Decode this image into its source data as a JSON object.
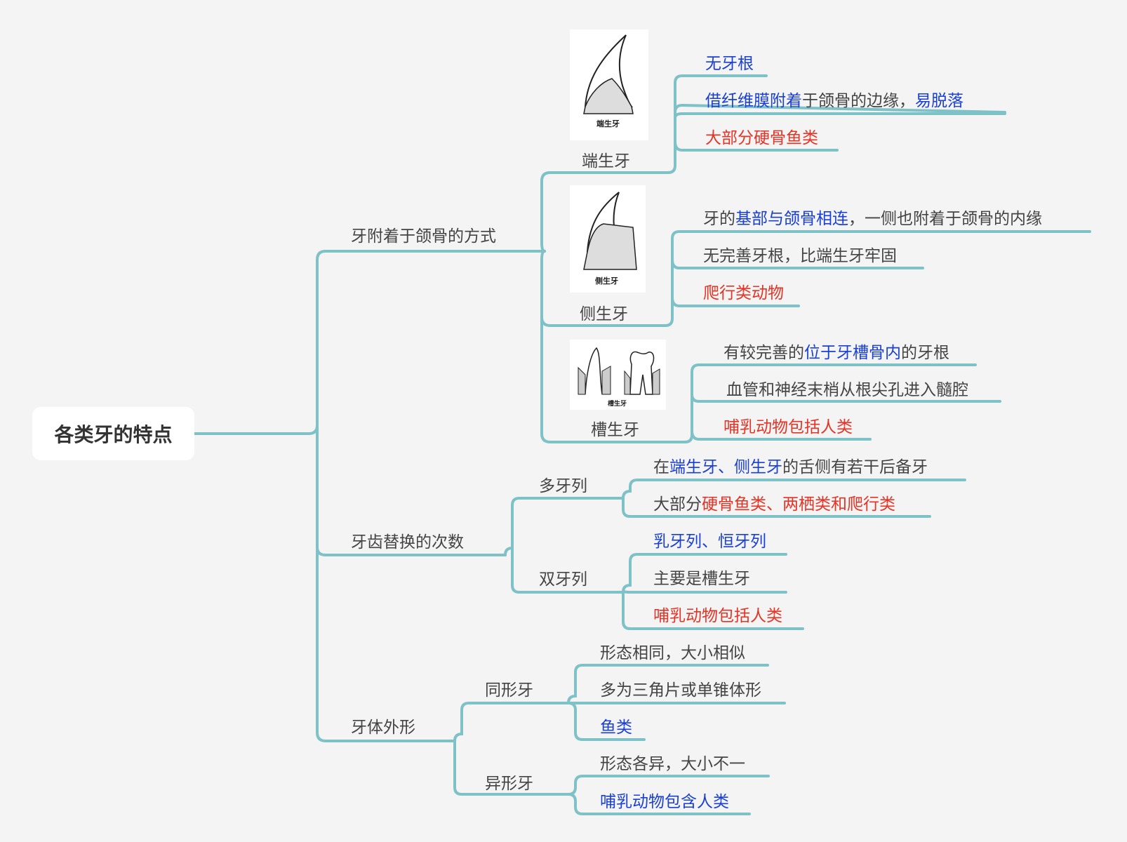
{
  "root": {
    "title": "各类牙的特点"
  },
  "colors": {
    "line": "#7ec2c8",
    "blue": "#1a3fd6",
    "red": "#e53325",
    "text": "#444444"
  },
  "nodes": {
    "attach": "牙附着于颌骨的方式",
    "replace": "牙齿替换的次数",
    "shape": "牙体外形",
    "acro": "端生牙",
    "pleuro": "侧生牙",
    "theco": "槽生牙",
    "poly": "多牙列",
    "diphy": "双牙列",
    "homo": "同形牙",
    "hetero": "异形牙"
  },
  "images": {
    "acro_caption": "端生牙",
    "pleuro_caption": "侧生牙",
    "theco_caption": "槽生牙"
  },
  "leaves": {
    "acro1": [
      {
        "t": "无牙根",
        "c": "blue"
      }
    ],
    "acro2": [
      {
        "t": "借纤维膜附着",
        "c": "blue"
      },
      {
        "t": "于颌骨的边缘，",
        "c": "dark"
      },
      {
        "t": "易脱落",
        "c": "blue"
      }
    ],
    "acro3": [
      {
        "t": "大部分硬骨鱼类",
        "c": "red"
      }
    ],
    "pleuro1": [
      {
        "t": "牙的",
        "c": "dark"
      },
      {
        "t": "基部与颌骨相连",
        "c": "blue"
      },
      {
        "t": "，一侧也附着于颌骨的内缘",
        "c": "dark"
      }
    ],
    "pleuro2": [
      {
        "t": "无完善牙根，比端生牙牢固",
        "c": "dark"
      }
    ],
    "pleuro3": [
      {
        "t": "爬行类动物",
        "c": "red"
      }
    ],
    "theco1": [
      {
        "t": "有较完善的",
        "c": "dark"
      },
      {
        "t": "位于牙槽骨内",
        "c": "blue"
      },
      {
        "t": "的牙根",
        "c": "dark"
      }
    ],
    "theco2": [
      {
        "t": "血管和神经末梢从根尖孔进入髓腔",
        "c": "dark"
      }
    ],
    "theco3": [
      {
        "t": "哺乳动物包括人类",
        "c": "red"
      }
    ],
    "poly1": [
      {
        "t": "在",
        "c": "dark"
      },
      {
        "t": "端生牙、侧生牙",
        "c": "blue"
      },
      {
        "t": "的舌侧有若干后备牙",
        "c": "dark"
      }
    ],
    "poly2": [
      {
        "t": "大部分",
        "c": "dark"
      },
      {
        "t": "硬骨鱼类、两栖类和爬行类",
        "c": "red"
      }
    ],
    "diphy1": [
      {
        "t": "乳牙列、恒牙列",
        "c": "blue"
      }
    ],
    "diphy2": [
      {
        "t": "主要是槽生牙",
        "c": "dark"
      }
    ],
    "diphy3": [
      {
        "t": "哺乳动物包括人类",
        "c": "red"
      }
    ],
    "homo1": [
      {
        "t": "形态相同，大小相似",
        "c": "dark"
      }
    ],
    "homo2": [
      {
        "t": "多为三角片或单锥体形",
        "c": "dark"
      }
    ],
    "homo3": [
      {
        "t": "鱼类",
        "c": "blue"
      }
    ],
    "hetero1": [
      {
        "t": "形态各异，大小不一",
        "c": "dark"
      }
    ],
    "hetero2": [
      {
        "t": "哺乳动物包含人类",
        "c": "blue"
      }
    ]
  }
}
